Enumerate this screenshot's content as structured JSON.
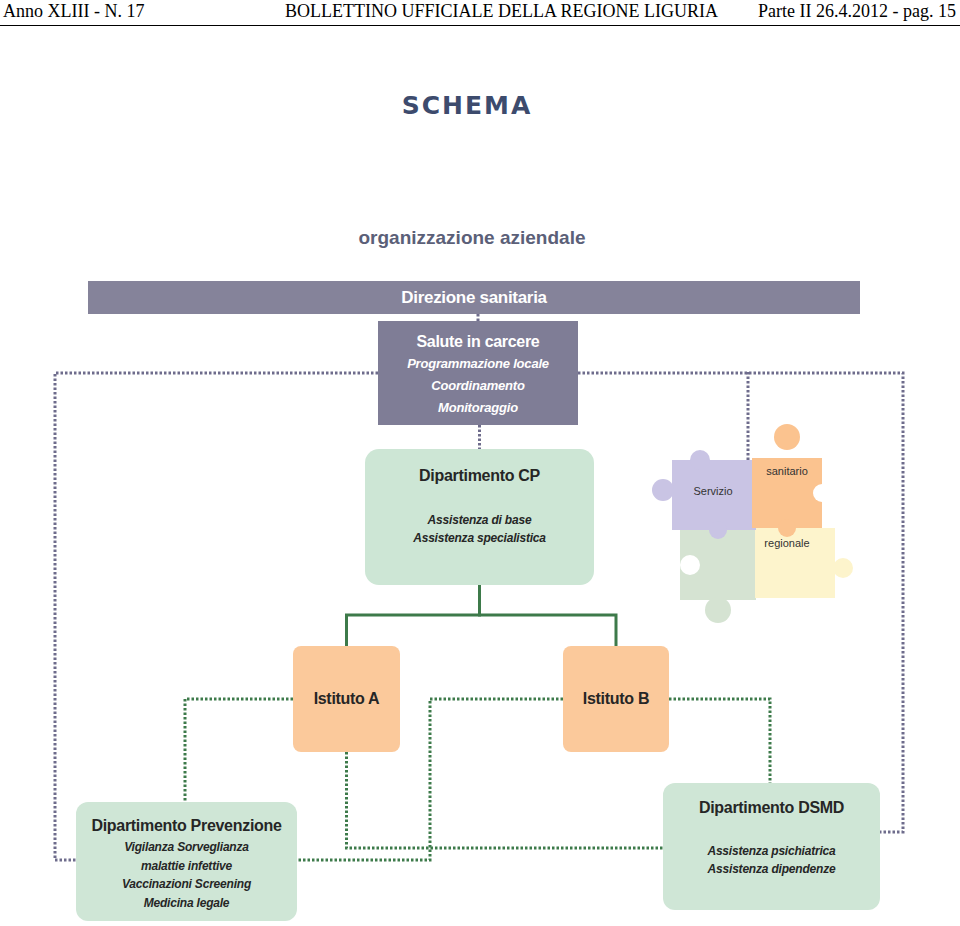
{
  "diagram": {
    "title": "SCHEMA",
    "nodes": [
      {
        "text": [
          "Direzione sanitaria"
        ]
      },
      {
        "text": [
          "Salute in carcere",
          "Programmazione locale",
          "Coordinamento",
          "Monitoraggio"
        ]
      },
      {
        "text": [
          "Dipartimento CP",
          "Assistenza di base",
          "Assistenza specialistica"
        ]
      },
      {
        "text": [
          "Istituto A"
        ]
      },
      {
        "text": [
          "Istituto B"
        ]
      },
      {
        "text": [
          "Dipartimento Prevenzione",
          "Vigilanza Sorveglianza",
          "malattie infettive",
          "Vaccinazioni Screening",
          "Medicina legale"
        ]
      },
      {
        "text": [
          "Dipartimento DSMD",
          "Assistenza psichiatrica",
          "Assistenza dipendenze"
        ]
      }
    ],
    "edges": [
      {
        "from": 0,
        "to": 1,
        "arrow": "none"
      },
      {
        "from": 1,
        "to": 2,
        "arrow": "none"
      },
      {
        "from": 2,
        "to": 3,
        "arrow": "none"
      },
      {
        "from": 2,
        "to": 4,
        "arrow": "none"
      },
      {
        "from": 1,
        "to": 5,
        "arrow": "none"
      },
      {
        "from": 1,
        "to": 6,
        "arrow": "none"
      },
      {
        "from": 3,
        "to": 5,
        "arrow": "none"
      },
      {
        "from": 3,
        "to": 6,
        "arrow": "none"
      },
      {
        "from": 4,
        "to": 5,
        "arrow": "none"
      },
      {
        "from": 4,
        "to": 6,
        "arrow": "none"
      }
    ],
    "labels": [
      "Anno XLIII - N. 17",
      "BOLLETTINO UFFICIALE DELLA REGIONE LIGURIA",
      "Parte II 26.4.2012 - pag. 15",
      "organizzazione aziendale",
      "Servizio",
      "sanitario",
      "regionale"
    ]
  }
}
